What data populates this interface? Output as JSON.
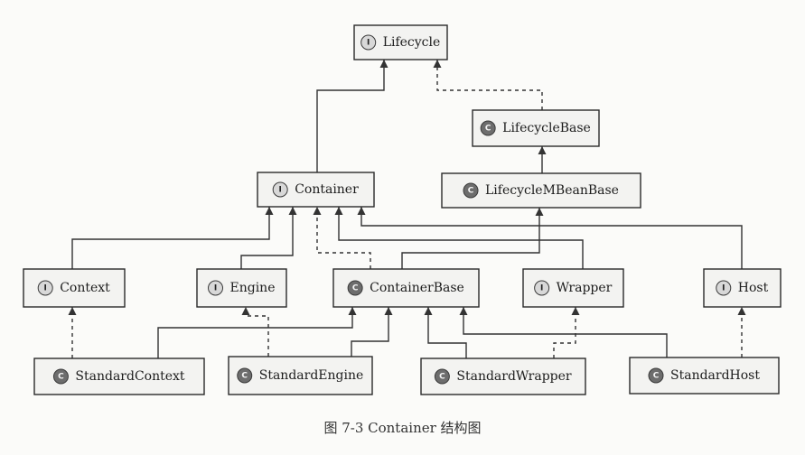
{
  "caption": "图 7-3 Container 结构图",
  "badges": {
    "interface": "I",
    "class": "C"
  },
  "nodes": [
    {
      "id": "lifecycle",
      "label": "Lifecycle",
      "kind": "interface"
    },
    {
      "id": "lifecyclebase",
      "label": "LifecycleBase",
      "kind": "class"
    },
    {
      "id": "container",
      "label": "Container",
      "kind": "interface"
    },
    {
      "id": "lifecyclembeanbase",
      "label": "LifecycleMBeanBase",
      "kind": "class"
    },
    {
      "id": "context",
      "label": "Context",
      "kind": "interface"
    },
    {
      "id": "engine",
      "label": "Engine",
      "kind": "interface"
    },
    {
      "id": "containerbase",
      "label": "ContainerBase",
      "kind": "class"
    },
    {
      "id": "wrapper",
      "label": "Wrapper",
      "kind": "interface"
    },
    {
      "id": "host",
      "label": "Host",
      "kind": "interface"
    },
    {
      "id": "standardcontext",
      "label": "StandardContext",
      "kind": "class"
    },
    {
      "id": "standardengine",
      "label": "StandardEngine",
      "kind": "class"
    },
    {
      "id": "standardwrapper",
      "label": "StandardWrapper",
      "kind": "class"
    },
    {
      "id": "standardhost",
      "label": "StandardHost",
      "kind": "class"
    }
  ],
  "edges": [
    {
      "from": "container",
      "to": "lifecycle",
      "kind": "extends"
    },
    {
      "from": "lifecyclebase",
      "to": "lifecycle",
      "kind": "implements"
    },
    {
      "from": "lifecyclembeanbase",
      "to": "lifecyclebase",
      "kind": "extends"
    },
    {
      "from": "context",
      "to": "container",
      "kind": "extends"
    },
    {
      "from": "engine",
      "to": "container",
      "kind": "extends"
    },
    {
      "from": "containerbase",
      "to": "container",
      "kind": "implements"
    },
    {
      "from": "wrapper",
      "to": "container",
      "kind": "extends"
    },
    {
      "from": "host",
      "to": "container",
      "kind": "extends"
    },
    {
      "from": "containerbase",
      "to": "lifecyclembeanbase",
      "kind": "extends"
    },
    {
      "from": "standardcontext",
      "to": "context",
      "kind": "implements"
    },
    {
      "from": "standardcontext",
      "to": "containerbase",
      "kind": "extends"
    },
    {
      "from": "standardengine",
      "to": "engine",
      "kind": "implements"
    },
    {
      "from": "standardengine",
      "to": "containerbase",
      "kind": "extends"
    },
    {
      "from": "standardwrapper",
      "to": "containerbase",
      "kind": "extends"
    },
    {
      "from": "standardwrapper",
      "to": "wrapper",
      "kind": "implements"
    },
    {
      "from": "standardhost",
      "to": "containerbase",
      "kind": "extends"
    },
    {
      "from": "standardhost",
      "to": "host",
      "kind": "implements"
    }
  ]
}
